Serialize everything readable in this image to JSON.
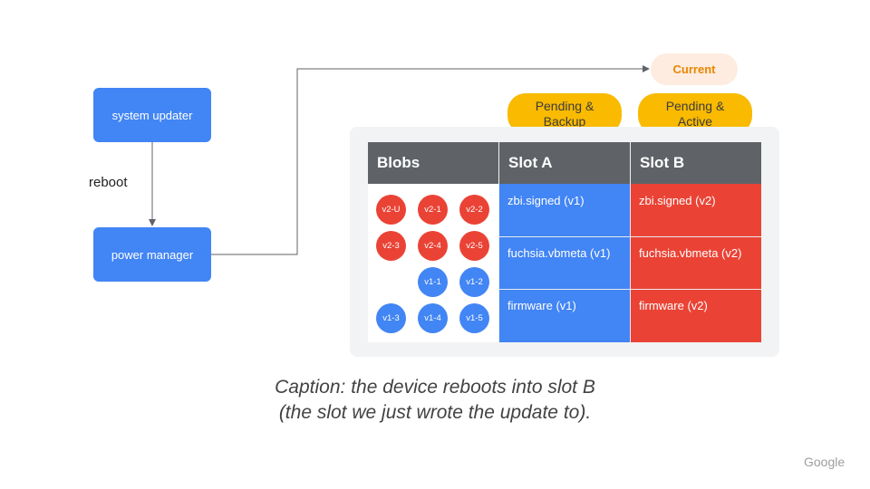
{
  "flow": {
    "system_updater": "system updater",
    "reboot_label": "reboot",
    "power_manager": "power manager"
  },
  "status": {
    "current": "Current",
    "pending_backup": "Pending &\nBackup",
    "pending_active": "Pending &\nActive"
  },
  "table": {
    "headers": [
      "Blobs",
      "Slot A",
      "Slot B"
    ],
    "slot_a": [
      "zbi.signed (v1)",
      "fuchsia.vbmeta (v1)",
      "firmware (v1)"
    ],
    "slot_b": [
      "zbi.signed (v2)",
      "fuchsia.vbmeta (v2)",
      "firmware (v2)"
    ]
  },
  "blobs": [
    {
      "label": "v2-U",
      "color": "#ea4335"
    },
    {
      "label": "v2-1",
      "color": "#ea4335"
    },
    {
      "label": "v2-2",
      "color": "#ea4335"
    },
    {
      "label": "v2-3",
      "color": "#ea4335"
    },
    {
      "label": "v2-4",
      "color": "#ea4335"
    },
    {
      "label": "v2-5",
      "color": "#ea4335"
    },
    {
      "label": "v1-1",
      "color": "#4285f4"
    },
    {
      "label": "v1-2",
      "color": "#4285f4"
    },
    {
      "label": "v1-3",
      "color": "#4285f4"
    },
    {
      "label": "v1-4",
      "color": "#4285f4"
    },
    {
      "label": "v1-5",
      "color": "#4285f4"
    }
  ],
  "caption": {
    "line1": "Caption: the device reboots into slot B",
    "line2": "(the slot we just wrote the update to)."
  },
  "brand": "Google",
  "colors": {
    "blue": "#4285f4",
    "red": "#ea4335",
    "header": "#5f6368",
    "pending": "#f9ba00",
    "current_bg": "#fdecdf",
    "current_text": "#ea8600"
  }
}
